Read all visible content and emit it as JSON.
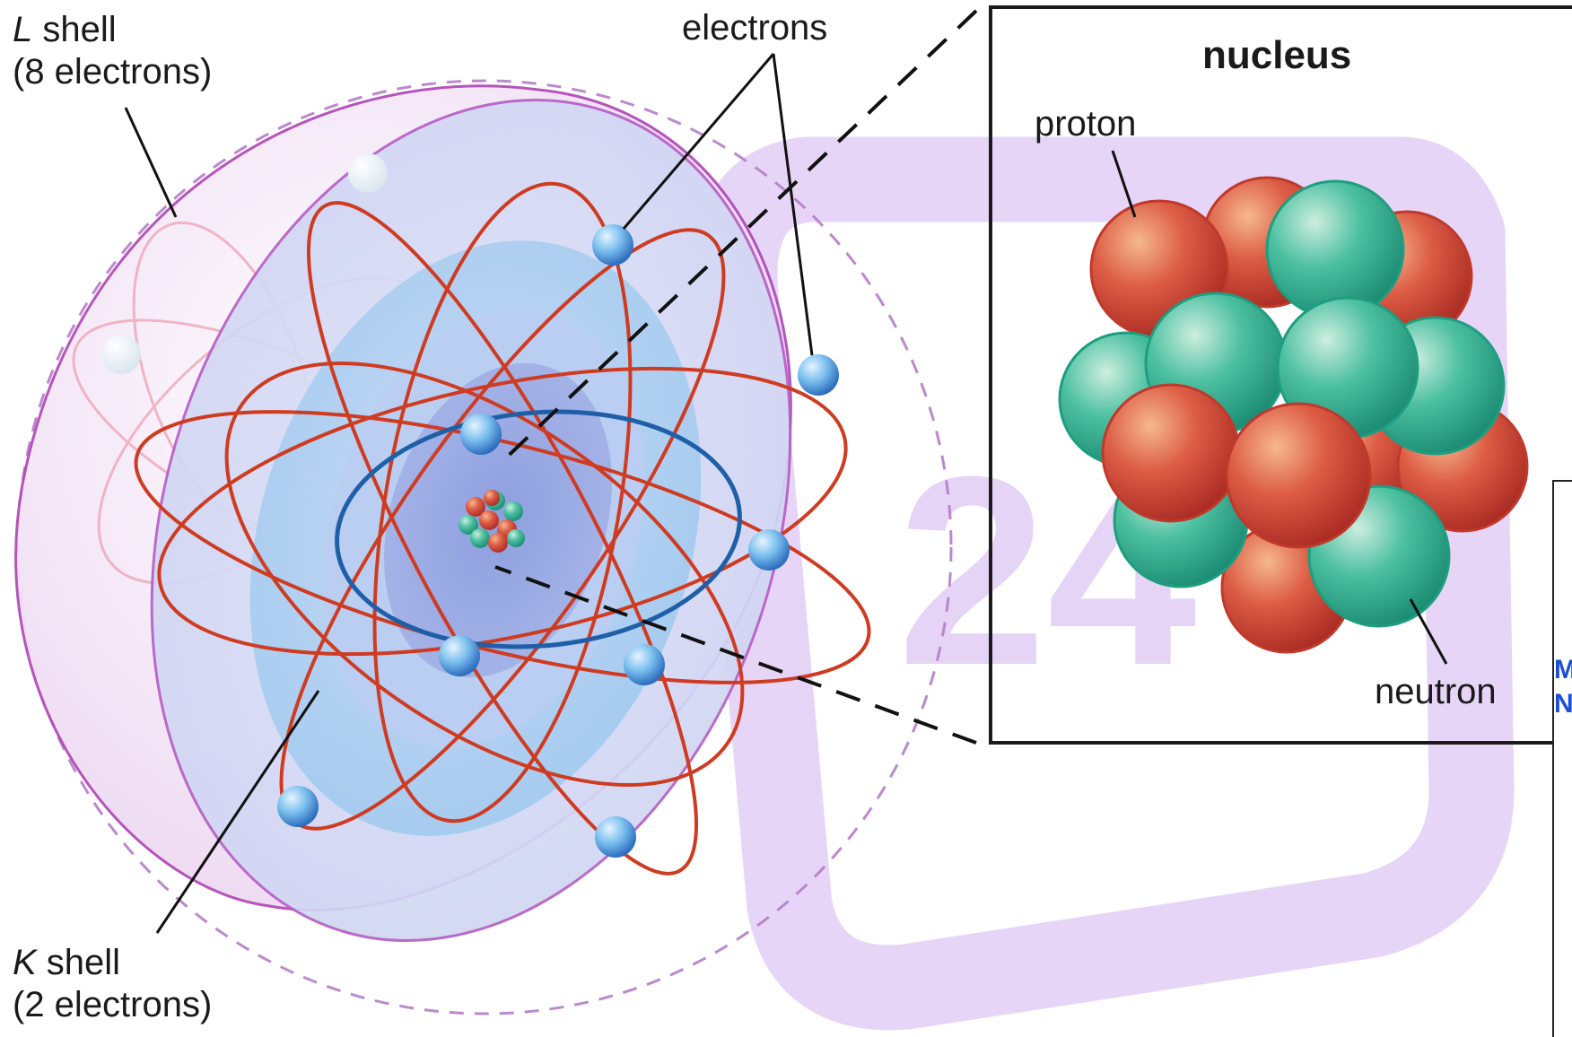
{
  "labels": {
    "l_shell_letter": "L",
    "l_shell_word": " shell",
    "l_shell_count": "(8 electrons)",
    "k_shell_letter": "K",
    "k_shell_word": " shell",
    "k_shell_count": "(2 electrons)",
    "electrons": "electrons",
    "nucleus": "nucleus",
    "proton": "proton",
    "neutron": "neutron"
  },
  "watermark": {
    "text": "24",
    "color": "#c9a2ef"
  },
  "side_panel": {
    "text": "M\nN",
    "color": "#1b4fd8"
  },
  "colors": {
    "orbit_red": "#cf3b21",
    "orbit_blue": "#1e5fa8",
    "l_shell_outline": "#b24cb8",
    "proton": "#d24a3a",
    "neutron": "#2fae91",
    "electron": "#4a9ad8"
  }
}
